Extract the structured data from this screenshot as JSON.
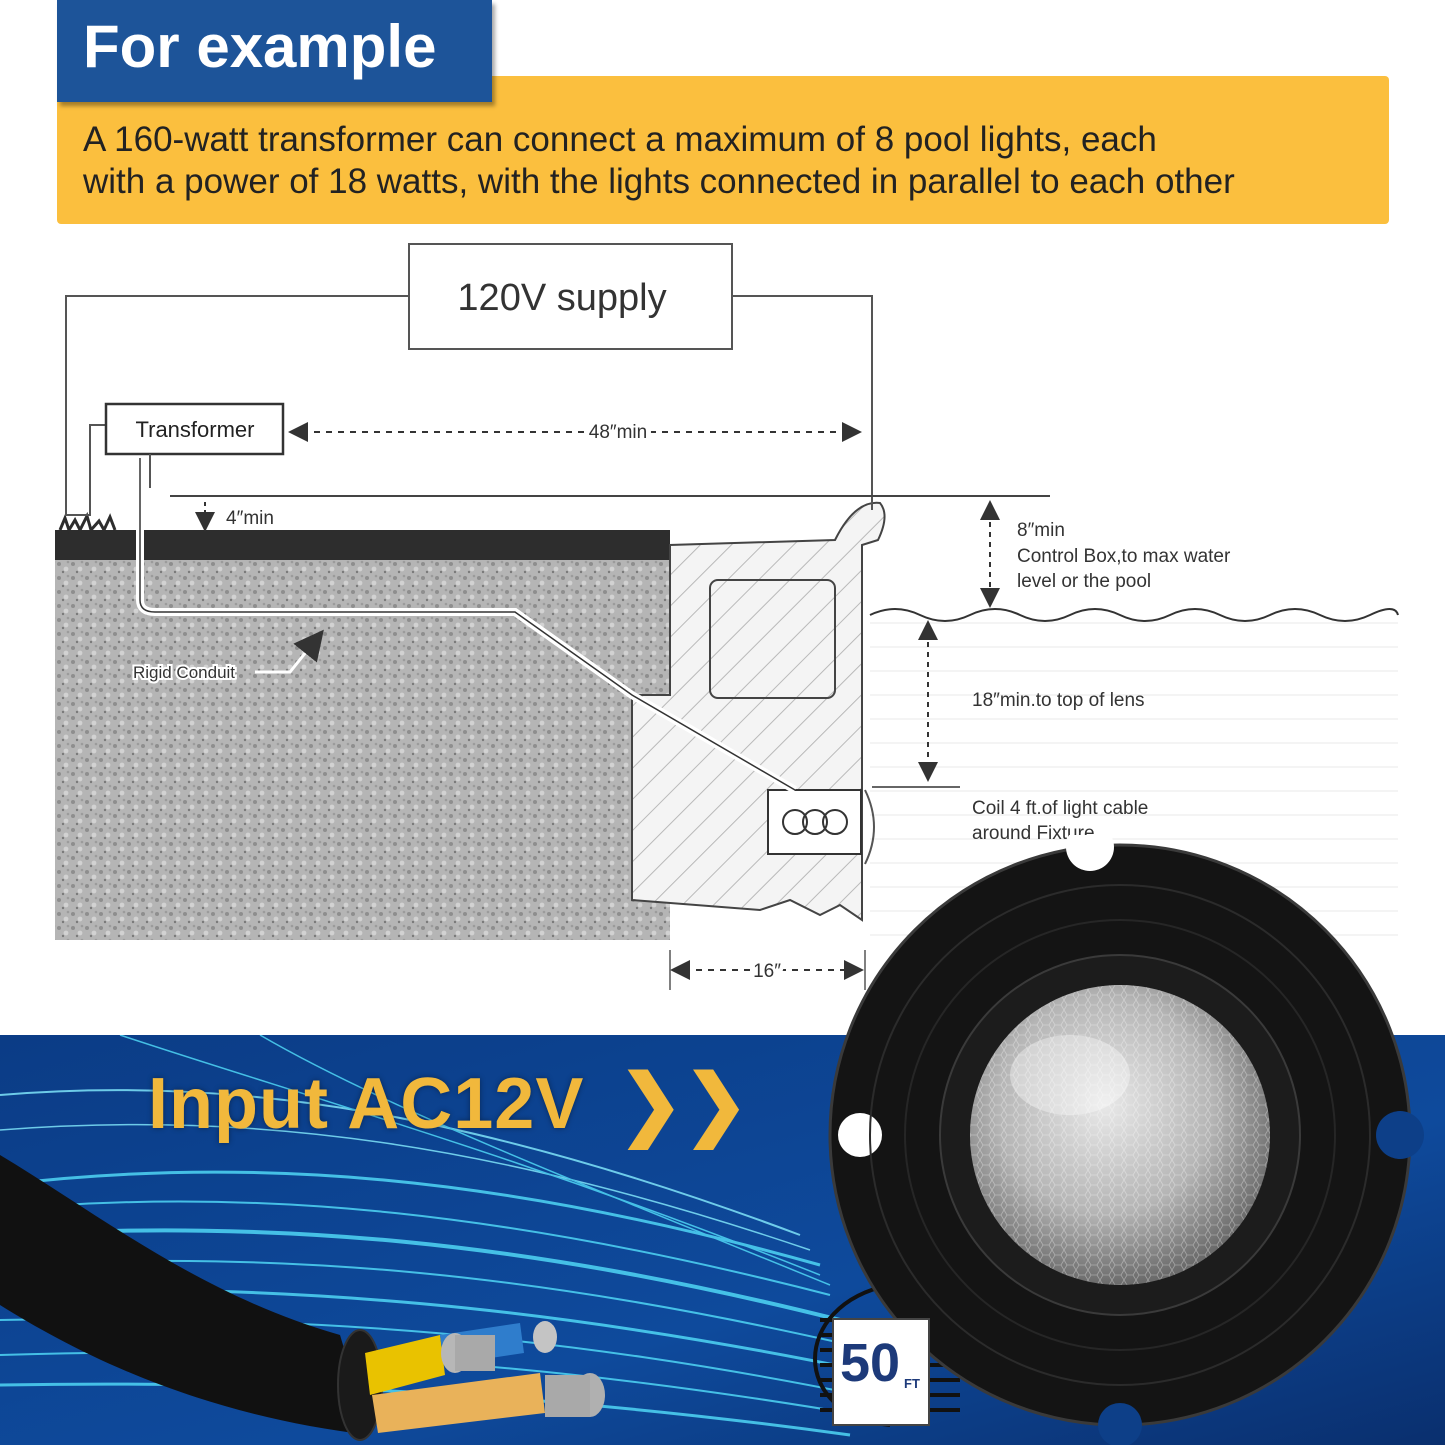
{
  "header": {
    "title": "For example"
  },
  "banner": {
    "line1": "A 160-watt transformer can connect a maximum of 8 pool lights, each",
    "line2": "with a power of 18 watts, with the lights connected in parallel to each other"
  },
  "diagram": {
    "supply": "120V supply",
    "transformer": "Transformer",
    "dim_48": "48″min",
    "dim_4": "4″min",
    "dim_8": "8″min",
    "control_box_1": "Control Box,to max water",
    "control_box_2": "level or the pool",
    "dim_18": "18″min.to top of lens",
    "coil_1": "Coil 4 ft.of light cable",
    "coil_2": "around Fixture",
    "conduit": "Rigid Conduit",
    "dim_16": "16″"
  },
  "bottom": {
    "input_label": "Input AC12V",
    "arrows": "❯❯",
    "cable_length": "50",
    "cable_unit": "FT"
  },
  "colors": {
    "header_blue": "#1d5499",
    "banner_yellow": "#fbbf3e",
    "label_gold": "#f1b83c",
    "panel_blue": "#0e3f86"
  }
}
